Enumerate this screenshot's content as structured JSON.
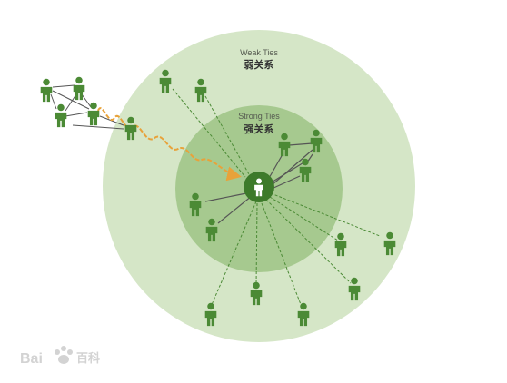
{
  "weak_ties": {
    "label_en": "Weak Ties",
    "label_zh": "弱关系"
  },
  "strong_ties": {
    "label_en": "Strong Ties",
    "label_zh": "强关系"
  },
  "colors": {
    "outer_circle": "#d5e6c7",
    "inner_circle": "#a6c98f",
    "person": "#4b8a35",
    "center_node": "#3d7a2a",
    "arrow": "#e8a23a"
  },
  "watermark": {
    "brand": "Bai",
    "brand_zh": "百科"
  }
}
